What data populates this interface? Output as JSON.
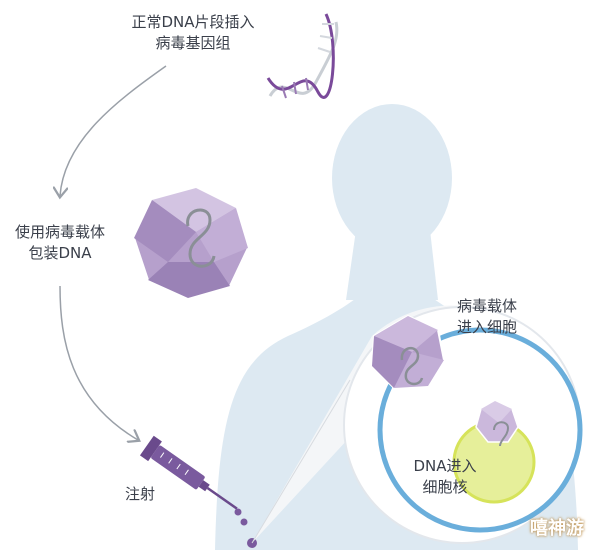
{
  "labels": {
    "step1_line1": "正常DNA片段插入",
    "step1_line2": "病毒基因组",
    "step2_line1": "使用病毒载体",
    "step2_line2": "包装DNA",
    "step3": "注射",
    "step4_line1": "病毒载体",
    "step4_line2": "进入细胞",
    "step5_line1": "DNA进入",
    "step5_line2": "细胞核"
  },
  "watermark": "嘻神游",
  "colors": {
    "arrow": "#9aa0a8",
    "body_silhouette": "#dde9f2",
    "cell_ring": "#6aaedb",
    "nucleus": "#e6ef9a",
    "virus_purple": "#b6a0cc",
    "dna_purple": "#7a4a9a",
    "syringe": "#7a5a9e"
  }
}
